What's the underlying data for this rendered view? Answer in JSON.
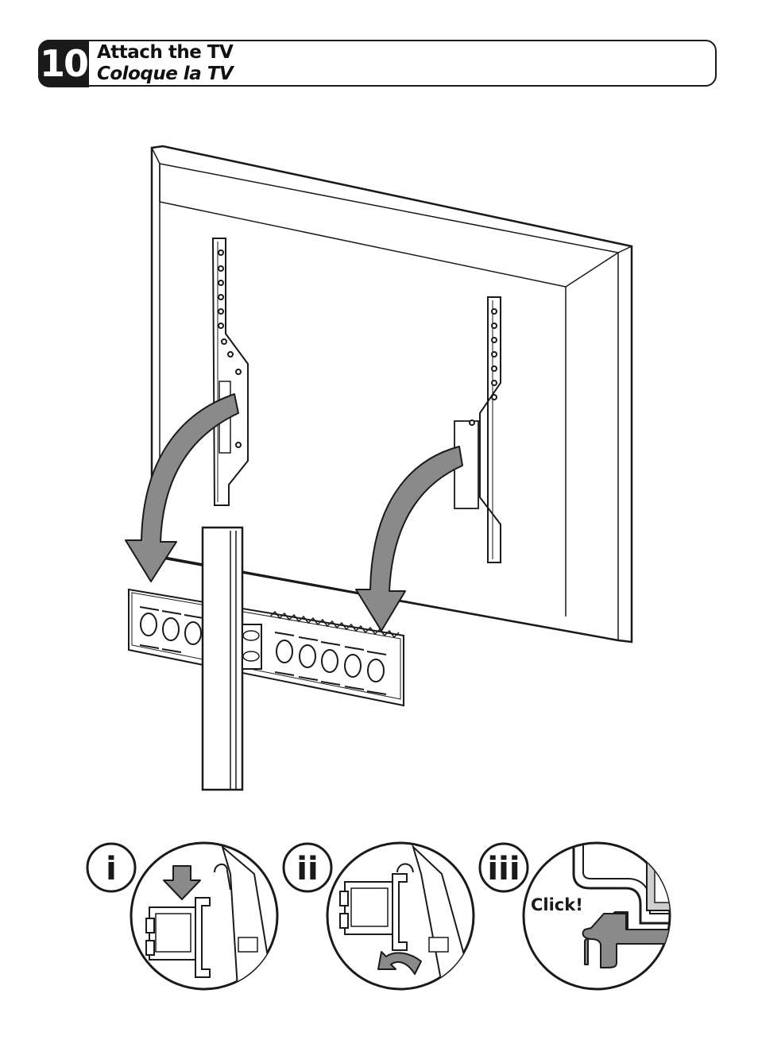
{
  "step": {
    "number": "10",
    "title_en": "Attach the TV",
    "title_fr": "Coloque la TV"
  },
  "details": [
    {
      "label": "i"
    },
    {
      "label": "ii"
    },
    {
      "label": "iii",
      "callout": "Click!"
    }
  ],
  "colors": {
    "ink": "#1a1a1a",
    "arrow_fill": "#8a8a8a",
    "light_fill": "#cfcfcf"
  }
}
